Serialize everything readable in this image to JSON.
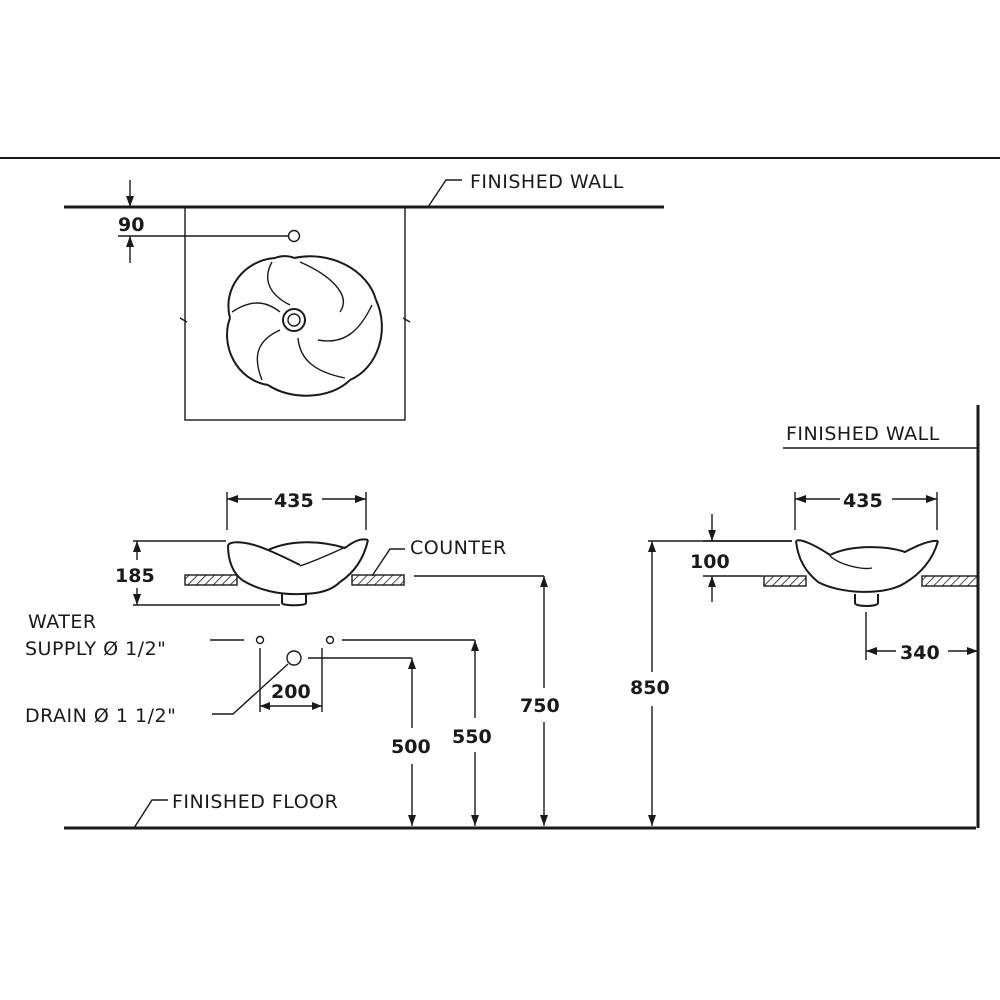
{
  "labels": {
    "finished_wall_top": "FINISHED WALL",
    "finished_wall_side": "FINISHED WALL",
    "counter": "COUNTER",
    "water_supply_line1": "WATER",
    "water_supply_line2": "SUPPLY Ø 1/2\"",
    "drain": "DRAIN Ø 1 1/2\"",
    "finished_floor": "FINISHED FLOOR"
  },
  "dimensions": {
    "wall_to_tap": "90",
    "front_width": "435",
    "front_height": "185",
    "supply_spacing": "200",
    "drain_height": "500",
    "supply_height": "550",
    "counter_height": "750",
    "rim_height": "850",
    "side_width": "435",
    "side_above_counter": "100",
    "drain_to_wall": "340"
  }
}
